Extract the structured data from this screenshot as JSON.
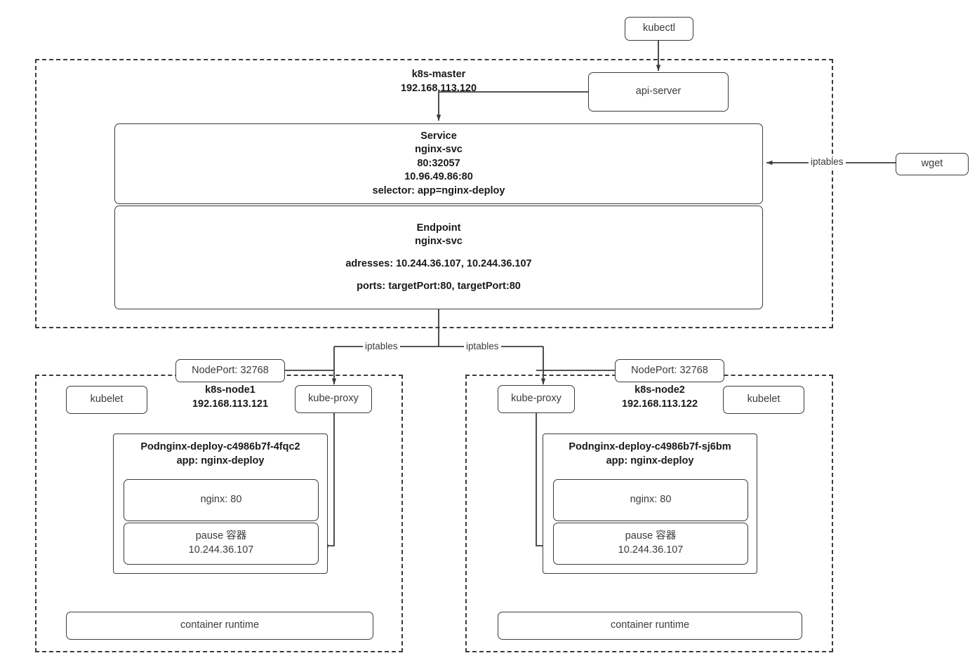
{
  "diagram": {
    "title": "Kubernetes NodePort Service Traffic Flow",
    "colors": {
      "stroke": "#3b3b3b",
      "text": "#333333",
      "background": "#ffffff"
    }
  },
  "external": {
    "kubectl": "kubectl",
    "wget": "wget"
  },
  "master": {
    "name_line1": "k8s-master",
    "name_line2": "192.168.113.120",
    "api_server": "api-server",
    "service": {
      "title": "Service",
      "name": "nginx-svc",
      "ports": "80:32057",
      "cluster_ip": "10.96.49.86:80",
      "selector": "selector: app=nginx-deploy"
    },
    "endpoint": {
      "title": "Endpoint",
      "name": "nginx-svc",
      "addresses": "adresses: 10.244.36.107, 10.244.36.107",
      "ports": "ports: targetPort:80, targetPort:80"
    }
  },
  "edges": {
    "iptables_right": "iptables",
    "iptables_left_branch": "iptables",
    "iptables_right_branch": "iptables"
  },
  "node1": {
    "nodeport": "NodePort: 32768",
    "name_line1": "k8s-node1",
    "name_line2": "192.168.113.121",
    "kubelet": "kubelet",
    "kube_proxy": "kube-proxy",
    "container_runtime": "container runtime",
    "pod": {
      "name": "Podnginx-deploy-c4986b7f-4fqc2",
      "app": "app: nginx-deploy",
      "nginx": "nginx: 80",
      "pause_title": "pause 容器",
      "pause_ip": "10.244.36.107"
    }
  },
  "node2": {
    "nodeport": "NodePort: 32768",
    "name_line1": "k8s-node2",
    "name_line2": "192.168.113.122",
    "kubelet": "kubelet",
    "kube_proxy": "kube-proxy",
    "container_runtime": "container runtime",
    "pod": {
      "name": "Podnginx-deploy-c4986b7f-sj6bm",
      "app": "app: nginx-deploy",
      "nginx": "nginx: 80",
      "pause_title": "pause 容器",
      "pause_ip": "10.244.36.107"
    }
  }
}
